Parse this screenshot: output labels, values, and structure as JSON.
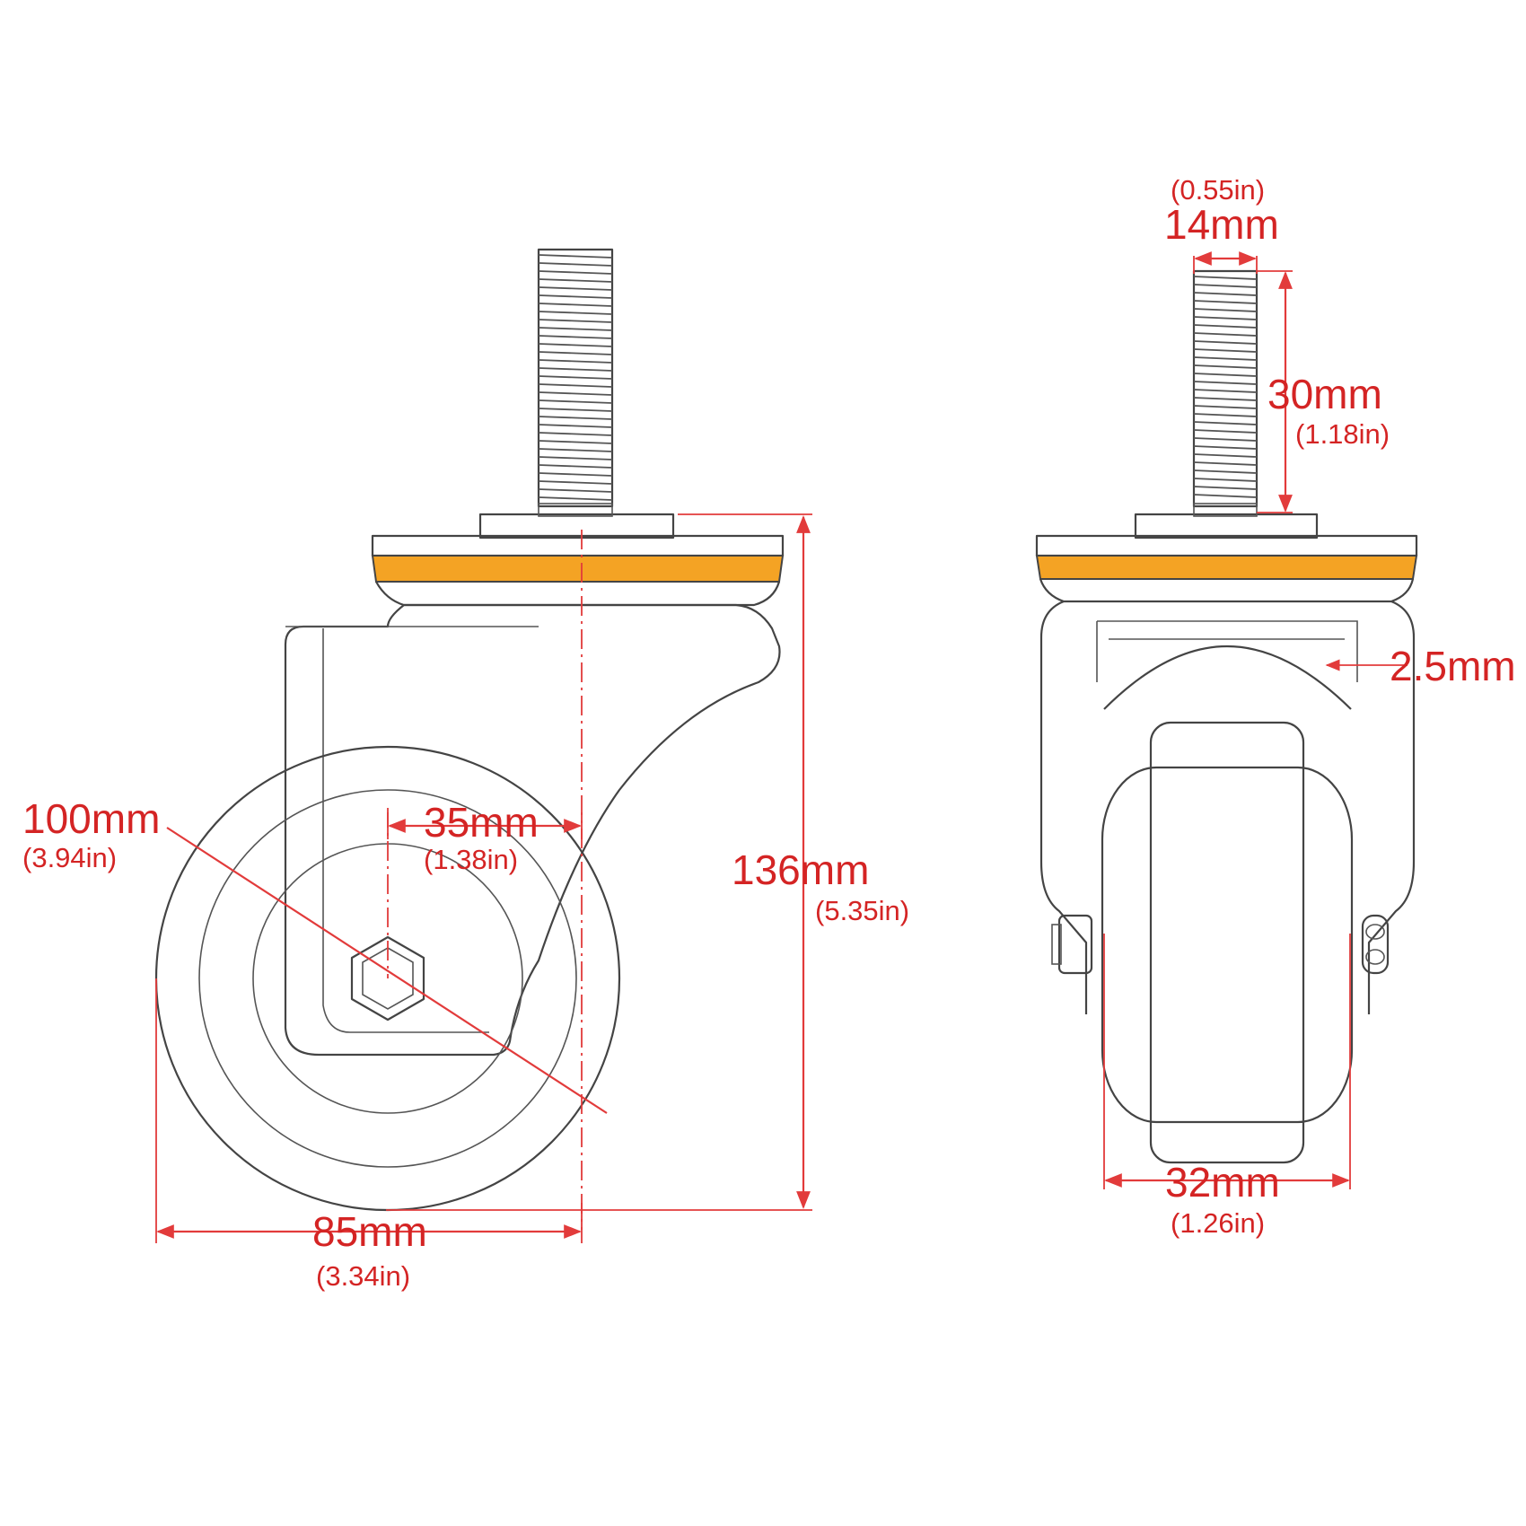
{
  "accent_color": "#e23b3b",
  "plate_color": "#f4a324",
  "dimensions": {
    "wheel_diameter": {
      "mm": "100mm",
      "in": "(3.94in)"
    },
    "swivel_offset": {
      "mm": "35mm",
      "in": "(1.38in)"
    },
    "total_height": {
      "mm": "136mm",
      "in": "(5.35in)"
    },
    "base_width": {
      "mm": "85mm",
      "in": "(3.34in)"
    },
    "stem_diameter": {
      "mm": "14mm",
      "in": "(0.55in)"
    },
    "stem_length": {
      "mm": "30mm",
      "in": "(1.18in)"
    },
    "bracket_thickness": {
      "mm": "2.5mm"
    },
    "wheel_width": {
      "mm": "32mm",
      "in": "(1.26in)"
    }
  }
}
